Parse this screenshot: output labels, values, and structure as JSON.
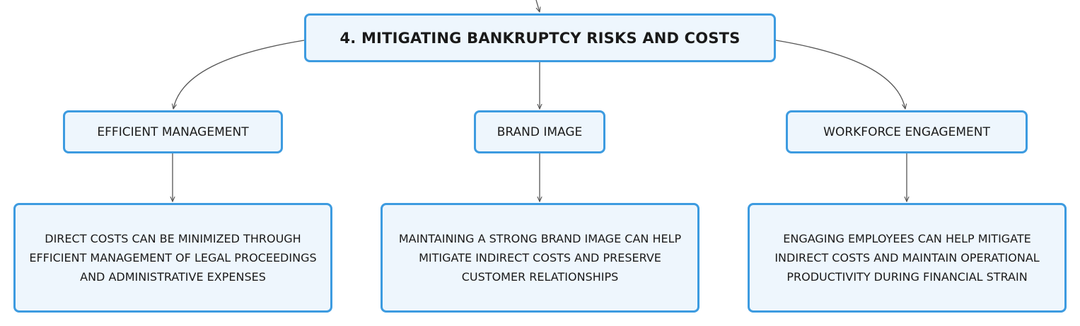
{
  "root": {
    "label": "4. MITIGATING BANKRUPTCY RISKS AND COSTS"
  },
  "branches": [
    {
      "label": "EFFICIENT MANAGEMENT",
      "detail": "DIRECT COSTS CAN BE MINIMIZED THROUGH EFFICIENT MANAGEMENT OF LEGAL PROCEEDINGS AND ADMINISTRATIVE EXPENSES"
    },
    {
      "label": "BRAND IMAGE",
      "detail": "MAINTAINING A STRONG BRAND IMAGE CAN HELP MITIGATE INDIRECT COSTS AND PRESERVE CUSTOMER RELATIONSHIPS"
    },
    {
      "label": "WORKFORCE ENGAGEMENT",
      "detail": "ENGAGING EMPLOYEES CAN HELP MITIGATE INDIRECT COSTS AND MAINTAIN OPERATIONAL PRODUCTIVITY DURING FINANCIAL STRAIN"
    }
  ],
  "colors": {
    "node_border": "#3d9be0",
    "node_fill": "#eef6fd",
    "connector": "#555555"
  }
}
